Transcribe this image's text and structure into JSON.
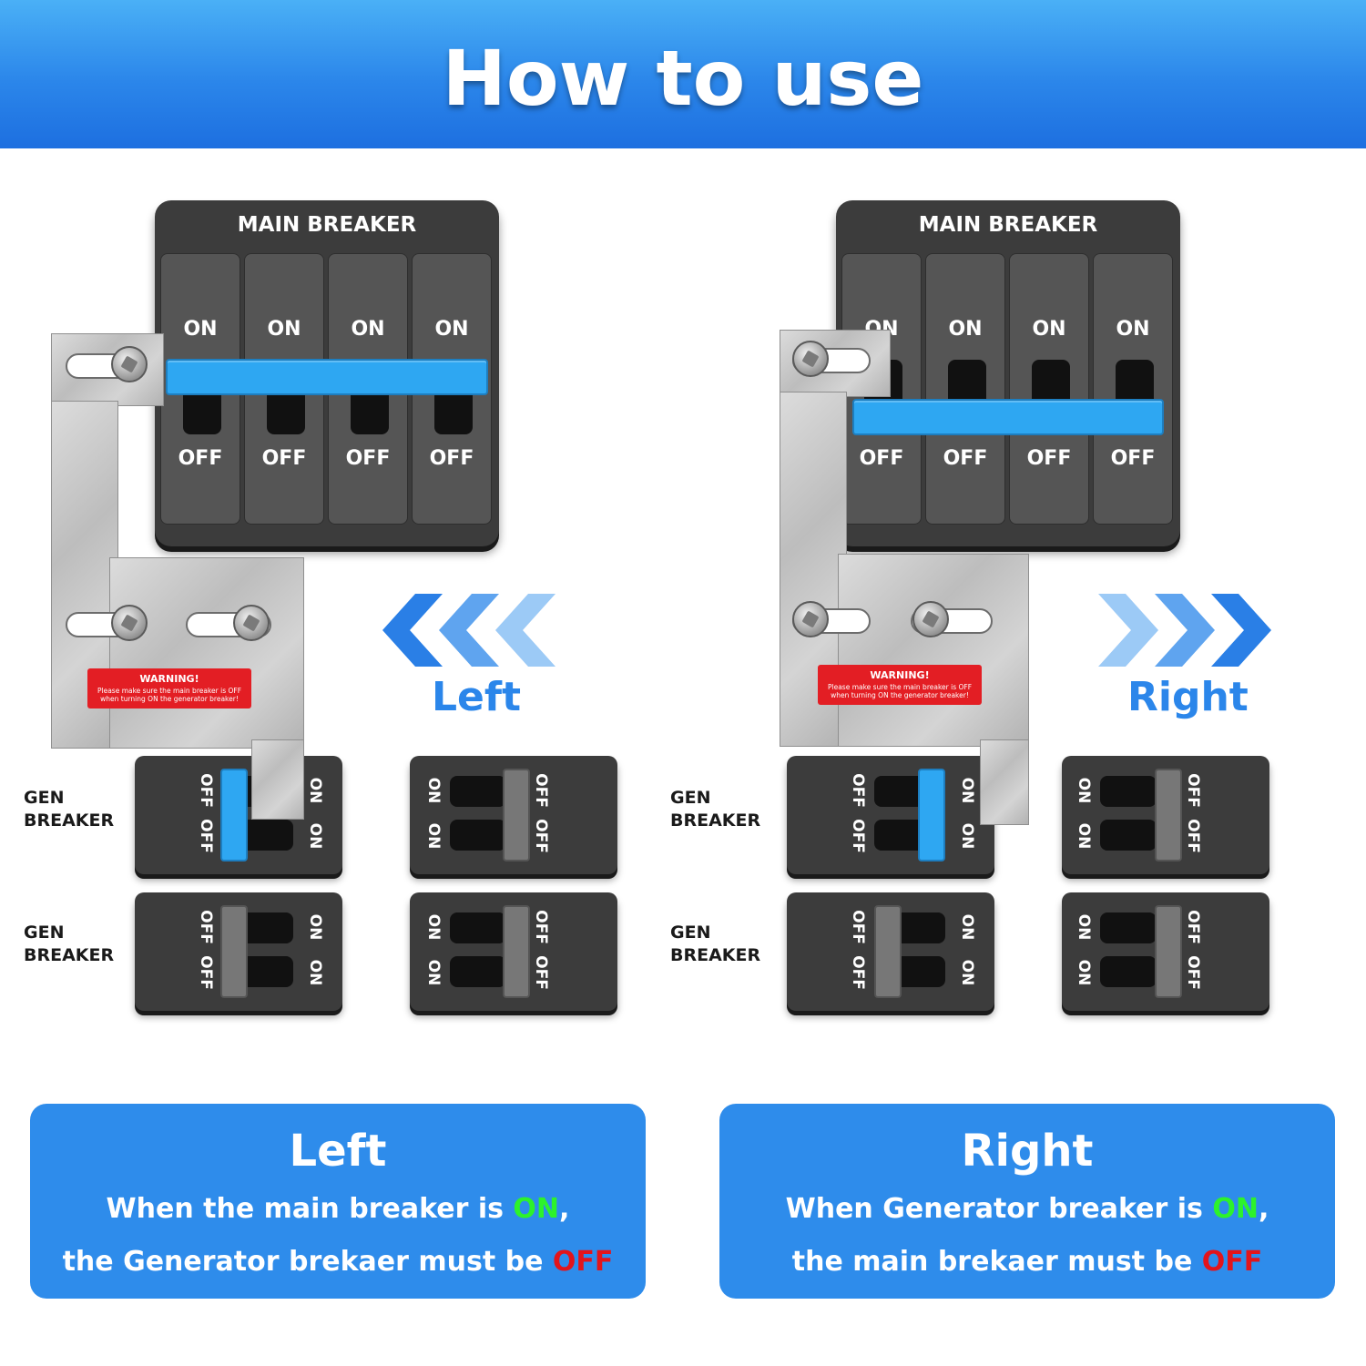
{
  "header": {
    "title": "How to use"
  },
  "panel_left": {
    "main_title": "MAIN BREAKER",
    "poles": [
      {
        "on": "ON",
        "off": "OFF"
      },
      {
        "on": "ON",
        "off": "OFF"
      },
      {
        "on": "ON",
        "off": "OFF"
      },
      {
        "on": "ON",
        "off": "OFF"
      }
    ],
    "gen_label_1": [
      "GEN",
      "BREAKER"
    ],
    "gen_label_2": [
      "GEN",
      "BREAKER"
    ],
    "direction": "Left"
  },
  "panel_right": {
    "main_title": "MAIN BREAKER",
    "poles": [
      {
        "on": "ON",
        "off": "OFF"
      },
      {
        "on": "ON",
        "off": "OFF"
      },
      {
        "on": "ON",
        "off": "OFF"
      },
      {
        "on": "ON",
        "off": "OFF"
      }
    ],
    "gen_label_1": [
      "GEN",
      "BREAKER"
    ],
    "gen_label_2": [
      "GEN",
      "BREAKER"
    ],
    "direction": "Right"
  },
  "warning": {
    "title": "WARNING!",
    "text": "Please make sure the main breaker is OFF when turning ON the generator breaker!"
  },
  "gen_breaker": {
    "on": "ON",
    "off": "OFF"
  },
  "colors": {
    "accent": "#2e8ceb",
    "handle": "#2ea7f2",
    "on": "#2df22b",
    "off": "#e3141b",
    "warning": "#e31e24"
  },
  "info_left": {
    "title": "Left",
    "line1_pre": "When the main breaker is ",
    "line1_on": "ON",
    "line1_post": ",",
    "line2_pre": "the Generator brekaer must be ",
    "line2_off": "OFF"
  },
  "info_right": {
    "title": "Right",
    "line1_pre": "When Generator breaker is ",
    "line1_on": "ON",
    "line1_post": ",",
    "line2_pre": "the main brekaer must be ",
    "line2_off": "OFF"
  }
}
